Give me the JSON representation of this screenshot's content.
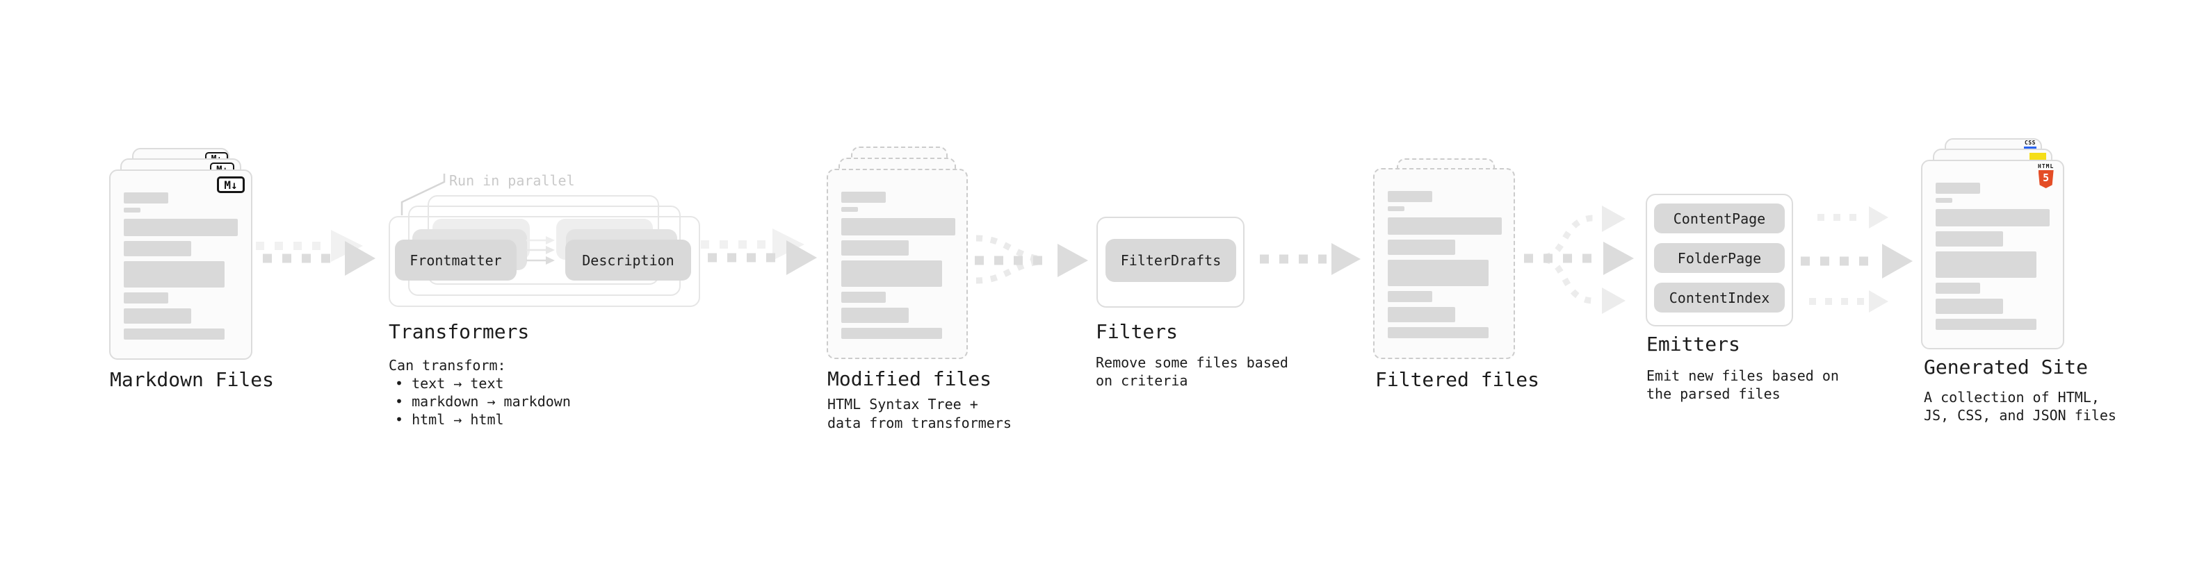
{
  "diagram": {
    "markdown": {
      "label": "Markdown Files",
      "icon_label": "M↓"
    },
    "transformers": {
      "note": "Run in parallel",
      "pill_left": "Frontmatter",
      "pill_right": "Description",
      "heading": "Transformers",
      "desc_line1": "Can transform:",
      "bullet1": "• text → text",
      "bullet2": "• markdown → markdown",
      "bullet3": "• html → html"
    },
    "modified": {
      "label": "Modified files",
      "desc_line1": "HTML Syntax Tree +",
      "desc_line2": "data from transformers"
    },
    "filters": {
      "heading": "Filters",
      "pill": "FilterDrafts",
      "desc_line1": "Remove some files based",
      "desc_line2": "on criteria"
    },
    "filtered": {
      "label": "Filtered files"
    },
    "emitters": {
      "heading": "Emitters",
      "pill1": "ContentPage",
      "pill2": "FolderPage",
      "pill3": "ContentIndex",
      "desc_line1": "Emit new files based on",
      "desc_line2": "the parsed files"
    },
    "generated": {
      "label": "Generated Site",
      "desc_line1": "A collection of HTML,",
      "desc_line2": "JS, CSS, and JSON files",
      "icon_html_word": "HTML",
      "icon_html_five": "5",
      "icon_css_word": "CSS"
    }
  },
  "colors": {
    "html5_orange": "#e44d26",
    "js_yellow": "#f5de19",
    "css_blue": "#2862f0",
    "pill_gray": "#d9d9d9",
    "arrow_gray": "#dcdcdc",
    "arrow_light": "#ededed",
    "text_dark": "#1f1f1f",
    "note_gray": "#c9c9c9"
  }
}
